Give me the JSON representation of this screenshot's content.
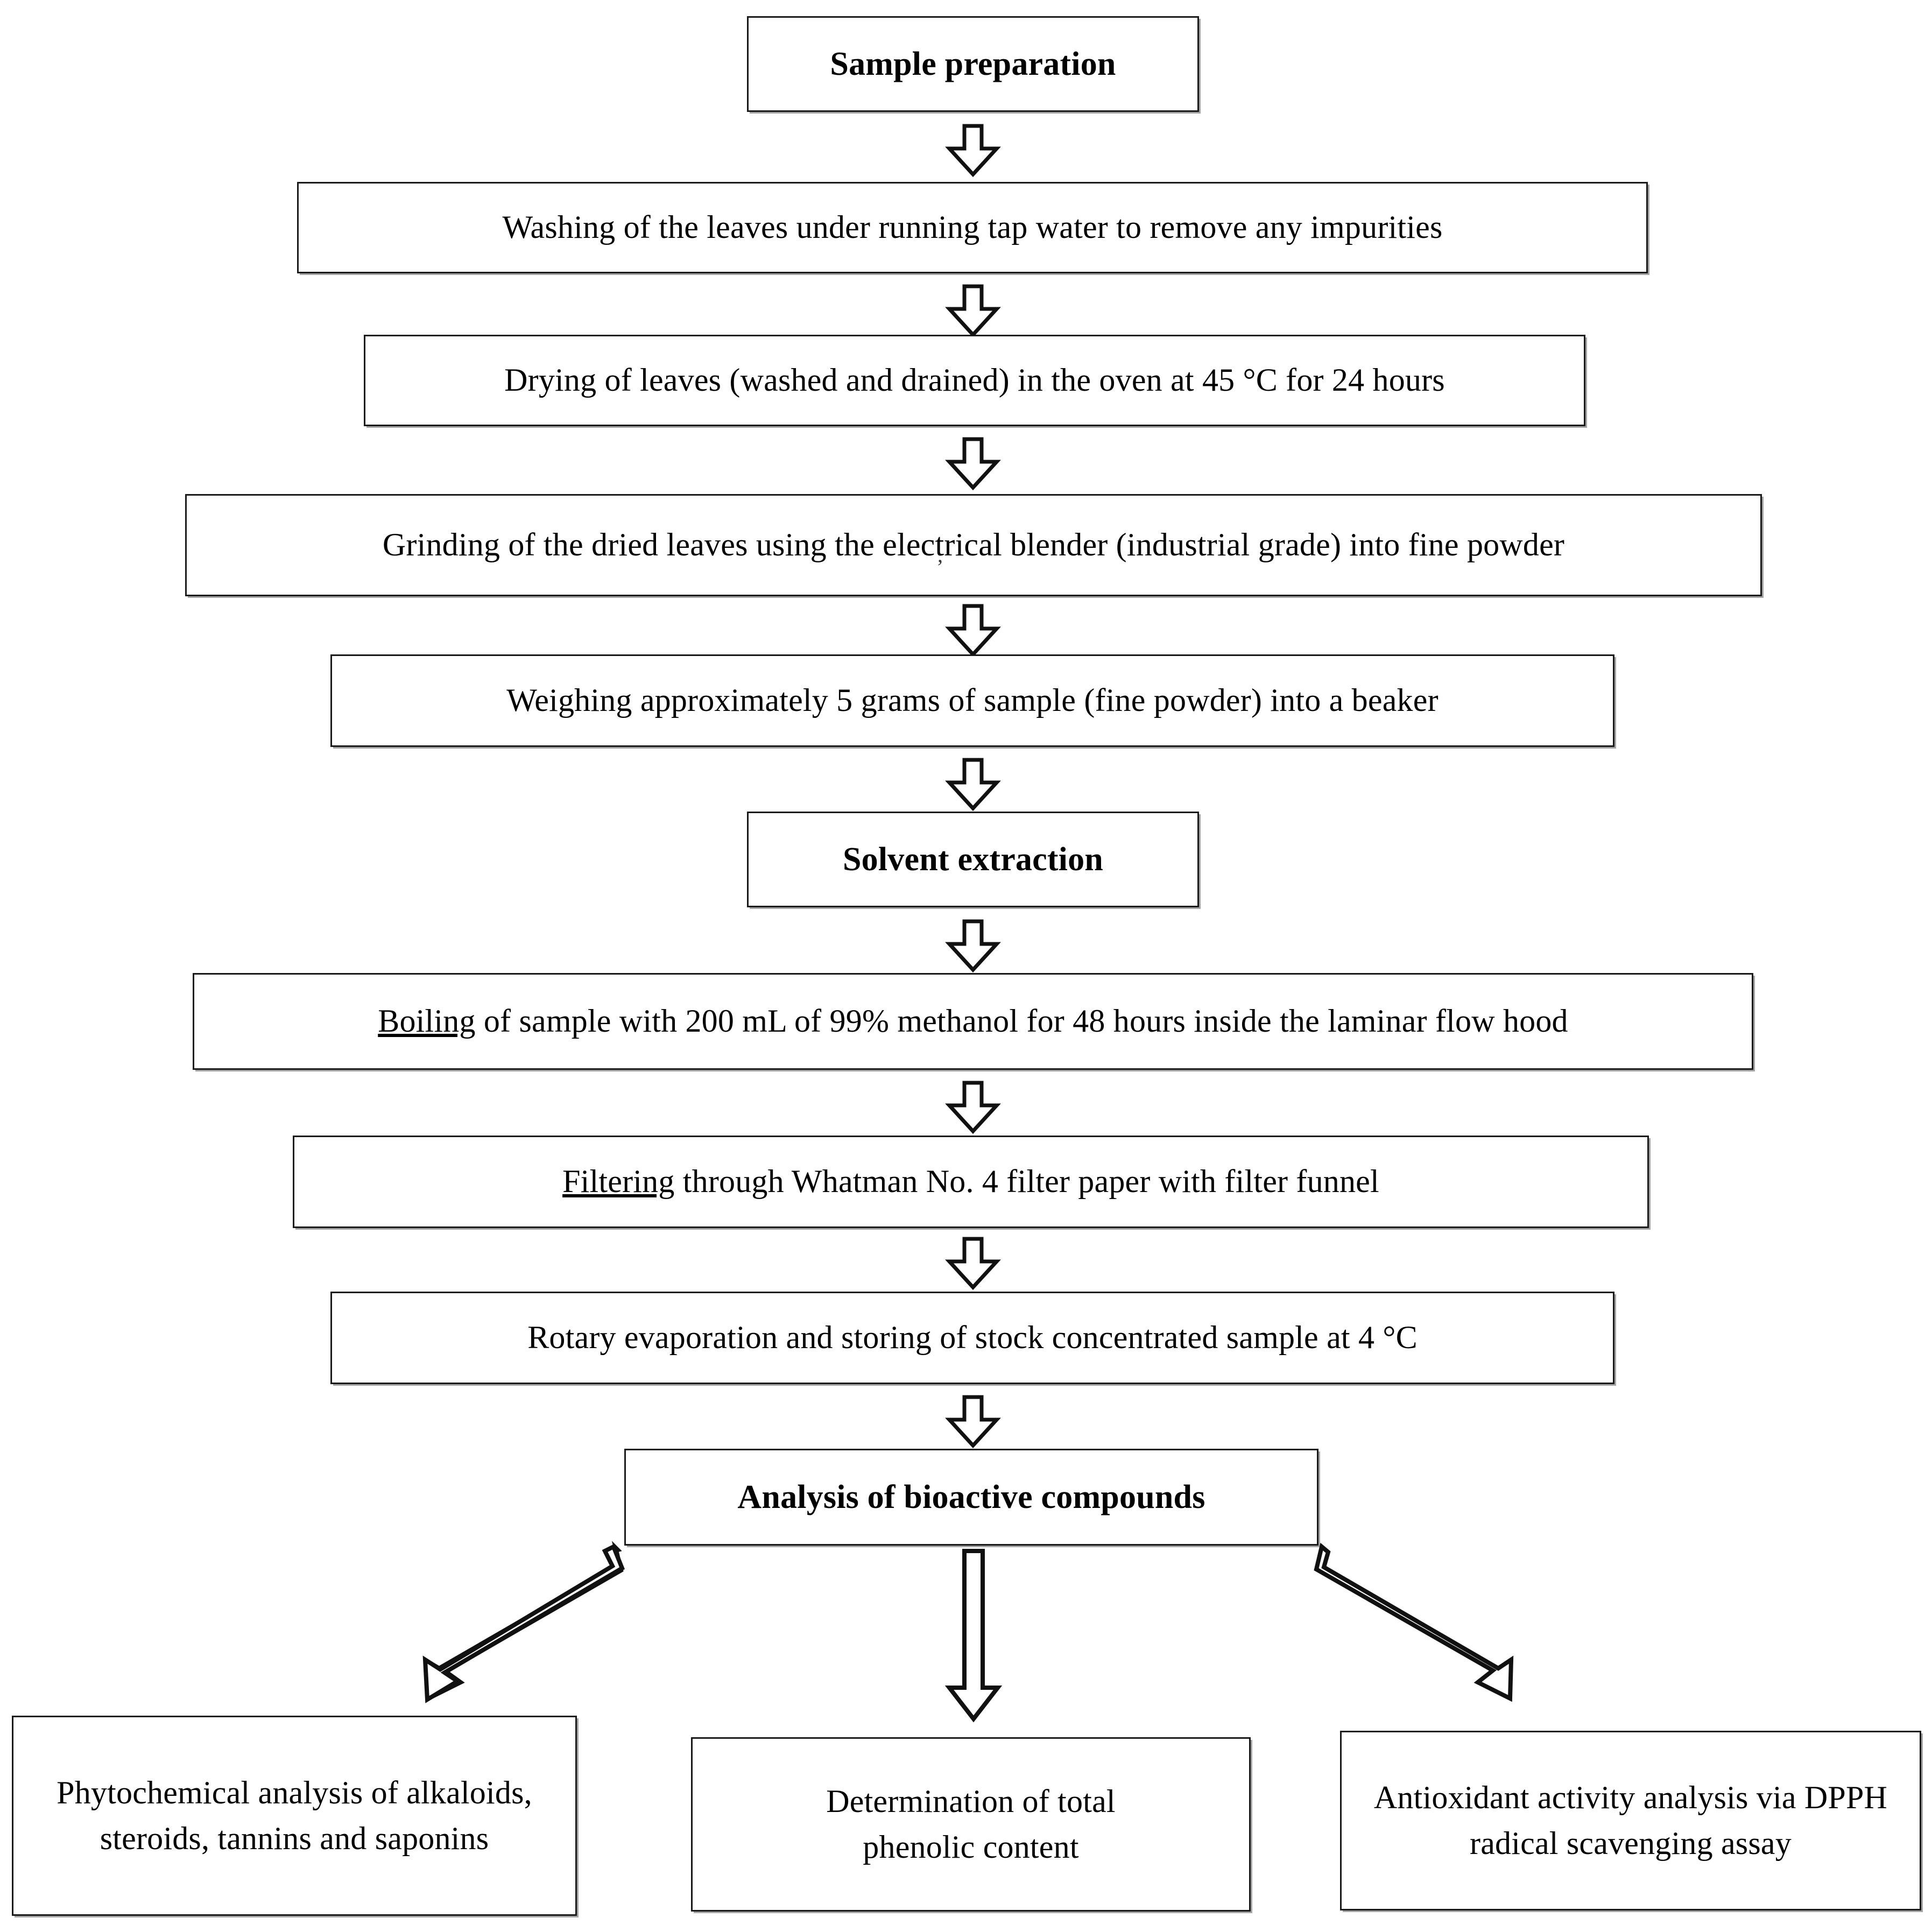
{
  "diagram": {
    "title": "Methodology flowchart for sample preparation, solvent extraction and analysis of bioactive compounds",
    "nodes": [
      {
        "id": "sample-preparation",
        "label": "Sample preparation",
        "style": "bold"
      },
      {
        "id": "washing",
        "label": "Washing of the leaves under running tap water to remove any impurities",
        "style": "normal"
      },
      {
        "id": "drying",
        "label": "Drying of leaves (washed and drained) in the oven at 45 °C for 24 hours",
        "style": "normal"
      },
      {
        "id": "grinding",
        "label": "Grinding of the dried leaves using the electrical blender (industrial grade) into fine powder",
        "style": "normal"
      },
      {
        "id": "weighing",
        "label": "Weighing approximately 5 grams of sample (fine powder) into a beaker",
        "style": "normal"
      },
      {
        "id": "solvent-extraction",
        "label": "Solvent extraction",
        "style": "bold"
      },
      {
        "id": "boiling",
        "label_underlined": "Boiling",
        "label_rest": " of sample with 200 mL of 99% methanol for 48 hours inside the laminar flow hood",
        "style": "normal-underline-first"
      },
      {
        "id": "filtering",
        "label_underlined": "Filtering",
        "label_rest": " through Whatman No. 4 filter paper with filter funnel",
        "style": "normal-underline-first"
      },
      {
        "id": "rotary-evaporation",
        "label": "Rotary evaporation and storing of stock concentrated sample at 4 °C",
        "style": "normal"
      },
      {
        "id": "analysis-bioactive",
        "label": "Analysis of bioactive compounds",
        "style": "bold"
      },
      {
        "id": "phytochemical",
        "label": "Phytochemical analysis of alkaloids, steroids, tannins and saponins",
        "style": "normal"
      },
      {
        "id": "phenolic",
        "label": "Determination of total phenolic content",
        "style": "normal"
      },
      {
        "id": "antioxidant",
        "label": "Antioxidant activity analysis via DPPH radical scavenging assay",
        "style": "normal"
      }
    ],
    "connectors": [
      {
        "from": "sample-preparation",
        "to": "washing",
        "kind": "down-arrow"
      },
      {
        "from": "washing",
        "to": "drying",
        "kind": "down-arrow"
      },
      {
        "from": "drying",
        "to": "grinding",
        "kind": "down-arrow"
      },
      {
        "from": "grinding",
        "to": "weighing",
        "kind": "down-arrow"
      },
      {
        "from": "weighing",
        "to": "solvent-extraction",
        "kind": "down-arrow"
      },
      {
        "from": "solvent-extraction",
        "to": "boiling",
        "kind": "down-arrow"
      },
      {
        "from": "boiling",
        "to": "filtering",
        "kind": "down-arrow"
      },
      {
        "from": "filtering",
        "to": "rotary-evaporation",
        "kind": "down-arrow"
      },
      {
        "from": "rotary-evaporation",
        "to": "analysis-bioactive",
        "kind": "down-arrow"
      },
      {
        "from": "analysis-bioactive",
        "to": "phytochemical",
        "kind": "diagonal-down-left-arrow"
      },
      {
        "from": "analysis-bioactive",
        "to": "phenolic",
        "kind": "long-down-arrow"
      },
      {
        "from": "analysis-bioactive",
        "to": "antioxidant",
        "kind": "diagonal-down-right-arrow"
      }
    ],
    "colors": {
      "border": "#1a1a1a",
      "background": "#ffffff",
      "text": "#000000",
      "arrow_stroke": "#111111"
    },
    "stray_mark": "’"
  }
}
